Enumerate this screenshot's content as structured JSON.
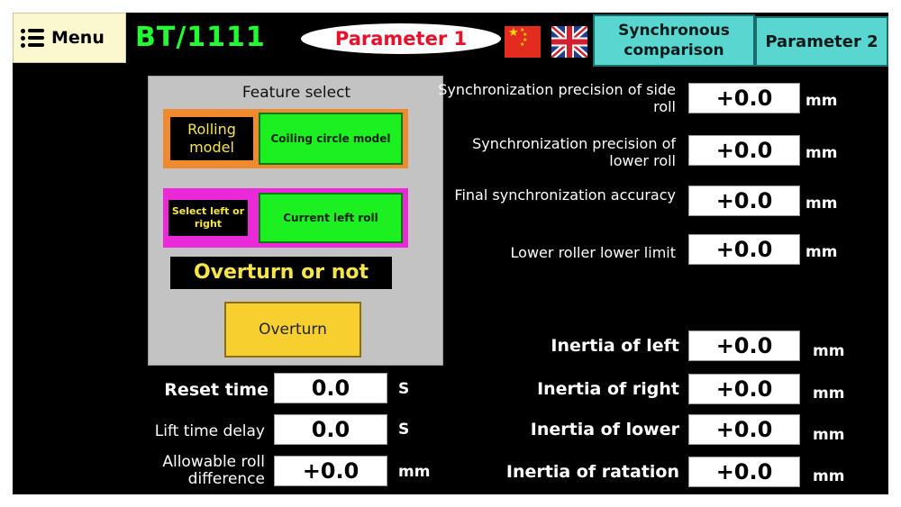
{
  "header": {
    "menu_label": "Menu",
    "machine_id": "BT/1111",
    "page_name": "Parameter 1",
    "sync_button": "Synchronous comparison",
    "param2_button": "Parameter 2"
  },
  "feature": {
    "title": "Feature select",
    "rolling_label": "Rolling model",
    "rolling_value": "Coiling circle model",
    "lr_label": "Select left or right",
    "lr_value": "Current left  roll",
    "overturn_label": "Overturn or not",
    "overturn_button": "Overturn"
  },
  "sync_fields": [
    {
      "label": "Synchronization precision of side roll",
      "value": "+0.0",
      "unit": "mm"
    },
    {
      "label": "Synchronization precision of lower roll",
      "value": "+0.0",
      "unit": "mm"
    },
    {
      "label": "Final synchronization accuracy",
      "value": "+0.0",
      "unit": "mm"
    },
    {
      "label": "Lower roller lower limit",
      "value": "+0.0",
      "unit": "mm"
    }
  ],
  "inertia_fields": [
    {
      "label": "Inertia of left",
      "value": "+0.0",
      "unit": "mm"
    },
    {
      "label": "Inertia of right",
      "value": "+0.0",
      "unit": "mm"
    },
    {
      "label": "Inertia of lower",
      "value": "+0.0",
      "unit": "mm"
    },
    {
      "label": "Inertia of ratation",
      "value": "+0.0",
      "unit": "mm"
    }
  ],
  "time_fields": [
    {
      "label": "Reset time",
      "value": "0.0",
      "unit": "S"
    },
    {
      "label": "Lift time delay",
      "value": "0.0",
      "unit": "S"
    },
    {
      "label": "Allowable roll difference",
      "value": "+0.0",
      "unit": "mm"
    }
  ],
  "icons": {
    "menu": "menu-list-icon",
    "flag_cn": "china-flag-icon",
    "flag_uk": "uk-flag-icon"
  },
  "colors": {
    "background": "#000000",
    "machine_id": "#20ff30",
    "page_name": "#e8102a",
    "cyan_button": "#59d6d0",
    "green_button": "#1cf020",
    "overturn_button": "#f7d030",
    "rolling_frame": "#f08a2e",
    "lr_frame": "#ea2ad9"
  }
}
